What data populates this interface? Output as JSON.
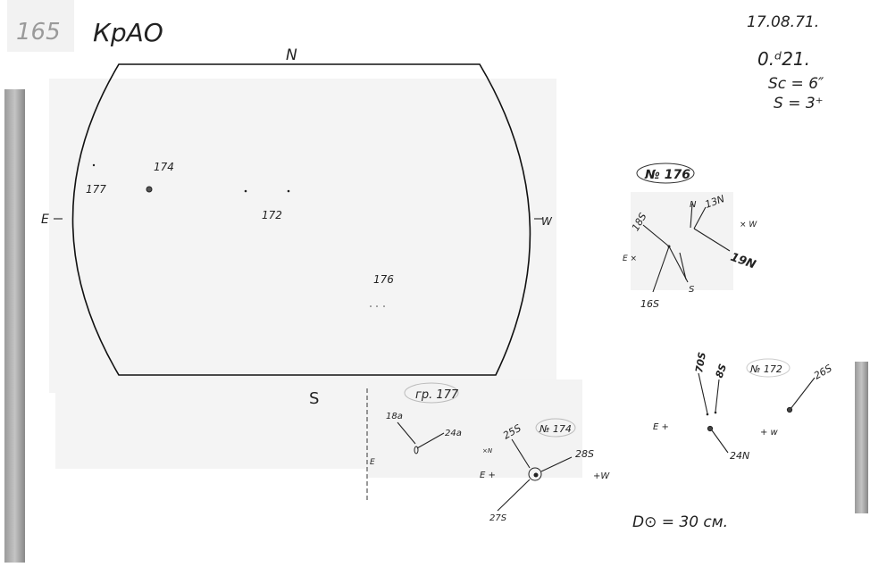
{
  "header": {
    "sheet_number": "165",
    "observatory": "КрАО",
    "date": "17.08.71.",
    "time": "0.ᵈ21.",
    "seeing": "Sc = 6″",
    "quality": "S = 3⁺"
  },
  "disk": {
    "north": "N",
    "south": "S",
    "east": "E",
    "west": "W",
    "groups": [
      "174",
      "177",
      "172",
      "176"
    ]
  },
  "group176": {
    "title": "№ 176",
    "labels": [
      "18S",
      "16S",
      "N",
      "13N",
      "19N",
      "S"
    ],
    "east": "E ×",
    "west": "× W"
  },
  "group177": {
    "title": "гр. 177",
    "labels": [
      "18a",
      "24a"
    ],
    "east": "E",
    "north": "×N"
  },
  "group174": {
    "title": "№ 174",
    "labels": [
      "25S",
      "28S",
      "27S"
    ],
    "east": "E +",
    "west": "+W"
  },
  "group172": {
    "title": "№ 172",
    "labels": [
      "70S",
      "8S",
      "26S",
      "24N"
    ],
    "east": "E +",
    "west": "+ w"
  },
  "footer": {
    "diameter": "D⊙ = 30 см."
  }
}
